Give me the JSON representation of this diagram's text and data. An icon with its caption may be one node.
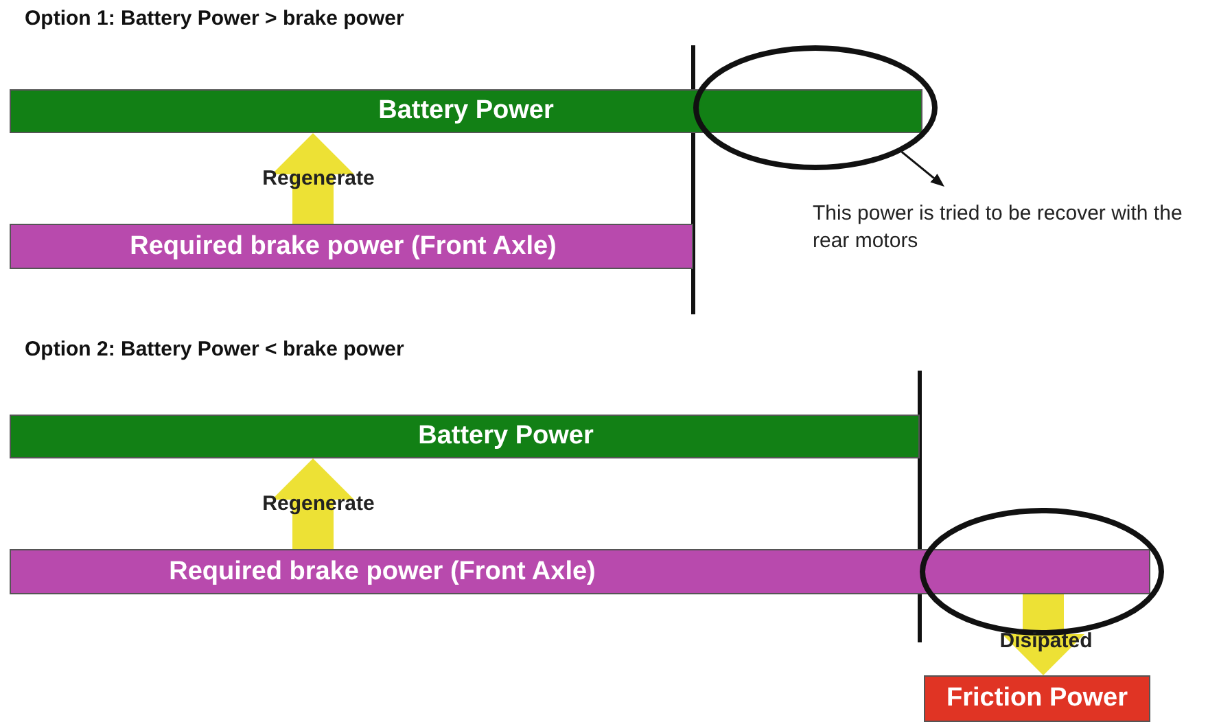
{
  "diagram": {
    "nodes": [
      {
        "text": [
          "Battery Power"
        ]
      },
      {
        "text": [
          "Required brake power (Front Axle)"
        ]
      },
      {
        "text": [],
        "shape": "circle"
      },
      {
        "text": [
          "This power is tried to be recover with the rear motors"
        ]
      },
      {
        "text": [
          "Battery Power"
        ]
      },
      {
        "text": [
          "Required brake power (Front Axle)"
        ]
      },
      {
        "text": [],
        "shape": "circle"
      },
      {
        "text": [
          "Friction Power"
        ]
      }
    ],
    "edges": [
      {
        "from": 1,
        "to": 0,
        "arrow": "to",
        "label": "Regenerate"
      },
      {
        "from": 2,
        "to": 3,
        "arrow": "to",
        "color": "#111111"
      },
      {
        "from": 5,
        "to": 4,
        "arrow": "to",
        "label": "Regenerate"
      },
      {
        "from": 6,
        "to": 7,
        "arrow": "to",
        "label": "Disipated"
      }
    ],
    "labels": [
      "Option 1: Battery Power > brake power",
      "Option 2: Battery Power < brake power"
    ]
  }
}
